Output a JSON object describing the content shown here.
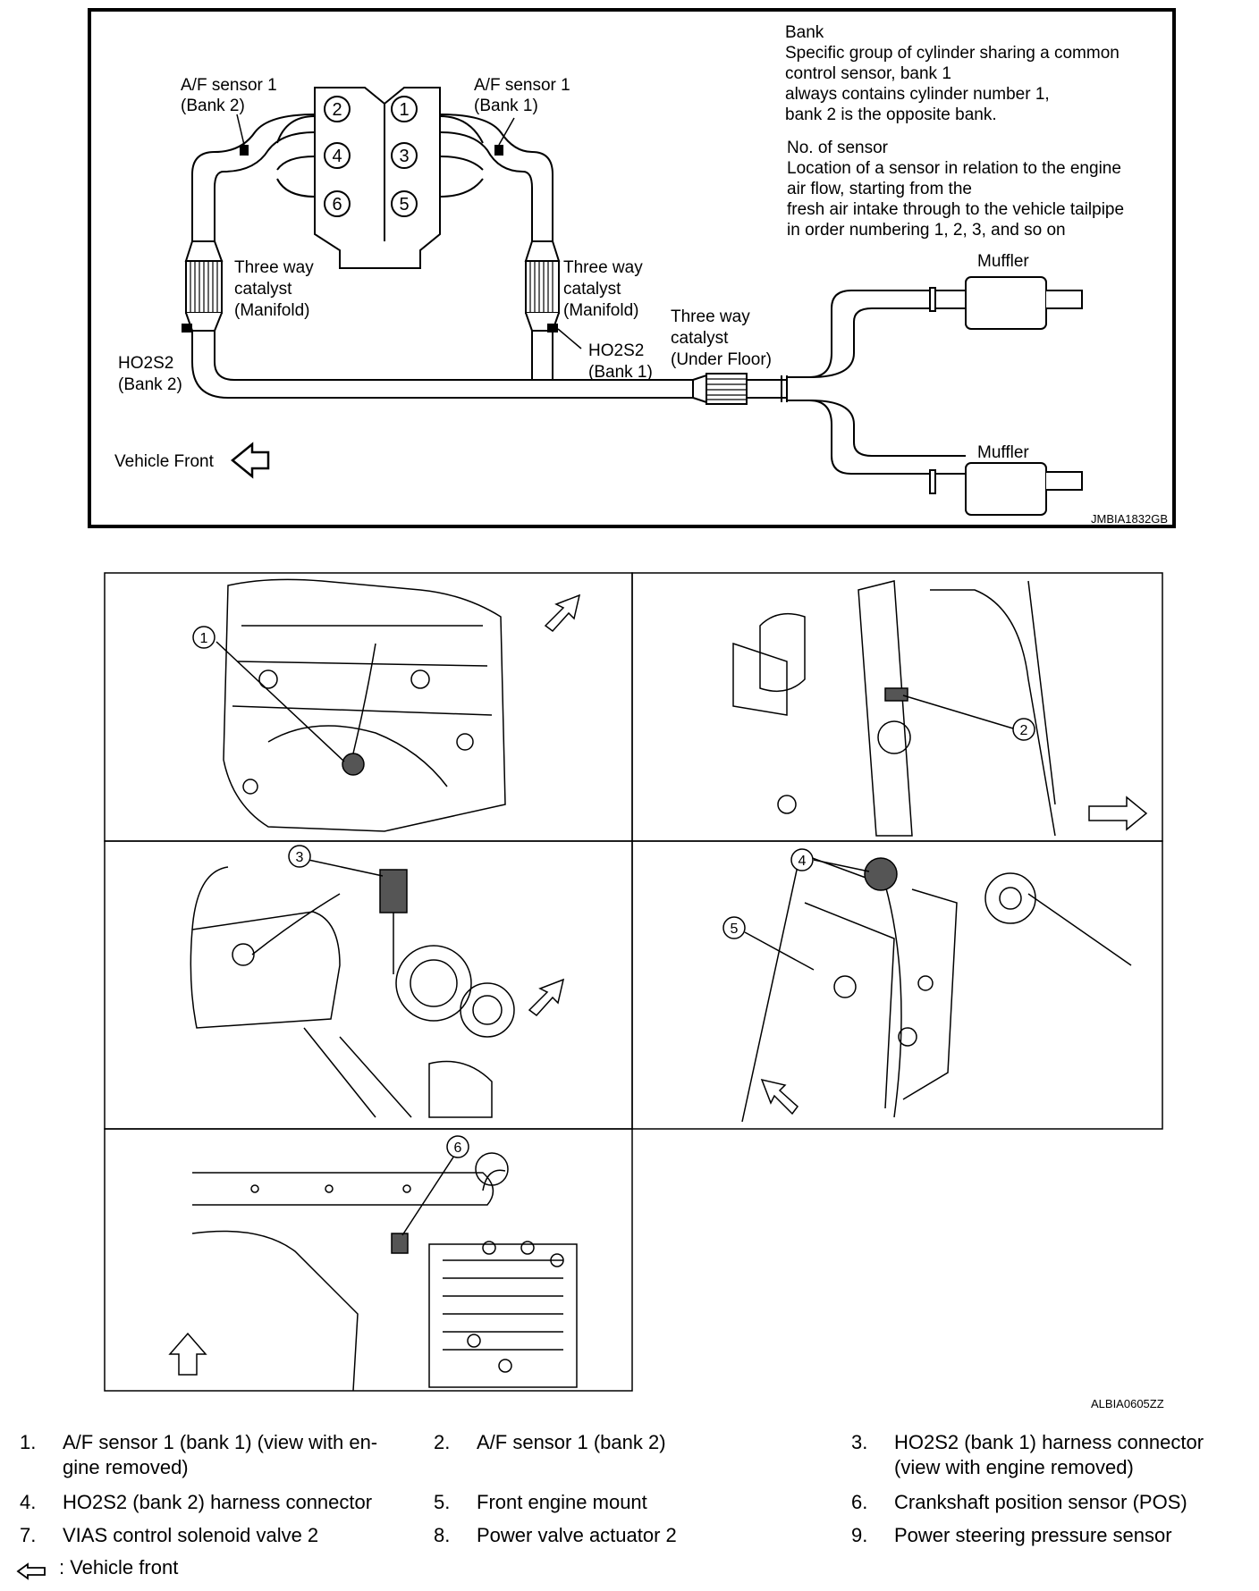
{
  "top_diagram": {
    "labels": {
      "af_b2_line1": "A/F sensor 1",
      "af_b2_line2": "(Bank 2)",
      "af_b1_line1": "A/F sensor 1",
      "af_b1_line2": "(Bank 1)",
      "cat_left_1": "Three way",
      "cat_left_2": "catalyst",
      "cat_left_3": "(Manifold)",
      "cat_right_1": "Three way",
      "cat_right_2": "catalyst",
      "cat_right_3": "(Manifold)",
      "cat_under_1": "Three way",
      "cat_under_2": "catalyst",
      "cat_under_3": "(Under Floor)",
      "ho2s2_b2_1": "HO2S2",
      "ho2s2_b2_2": "(Bank 2)",
      "ho2s2_b1_1": "HO2S2",
      "ho2s2_b1_2": "(Bank 1)",
      "muffler_top": "Muffler",
      "muffler_bottom": "Muffler",
      "vehicle_front": "Vehicle Front",
      "code": "JMBIA1832GB"
    },
    "cylinders": [
      "2",
      "1",
      "4",
      "3",
      "6",
      "5"
    ],
    "bank_note": {
      "heading": "Bank",
      "lines": [
        "Specific group of cylinder sharing a common",
        "control sensor, bank 1",
        "always contains cylinder number 1,",
        "bank 2 is the opposite bank."
      ]
    },
    "sensor_note": {
      "heading": "No. of sensor",
      "lines": [
        "Location of a sensor in relation to the engine",
        "air flow, starting from the",
        "fresh air intake through to the vehicle tailpipe",
        "in order numbering 1, 2, 3, and so on"
      ]
    }
  },
  "photo_grid": {
    "callouts": [
      "1",
      "2",
      "3",
      "4",
      "5",
      "6"
    ],
    "code": "ALBIA0605ZZ"
  },
  "legend": {
    "items": [
      {
        "num": "1.",
        "text_1": "A/F sensor 1 (bank 1) (view with en-",
        "text_2": "gine removed)"
      },
      {
        "num": "2.",
        "text_1": "A/F sensor 1 (bank 2)",
        "text_2": ""
      },
      {
        "num": "3.",
        "text_1": "HO2S2 (bank 1) harness connector",
        "text_2": "(view with engine removed)"
      },
      {
        "num": "4.",
        "text_1": "HO2S2 (bank 2) harness connector",
        "text_2": ""
      },
      {
        "num": "5.",
        "text_1": "Front engine mount",
        "text_2": ""
      },
      {
        "num": "6.",
        "text_1": "Crankshaft position sensor (POS)",
        "text_2": ""
      },
      {
        "num": "7.",
        "text_1": "VIAS control solenoid valve 2",
        "text_2": ""
      },
      {
        "num": "8.",
        "text_1": "Power valve actuator 2",
        "text_2": ""
      },
      {
        "num": "9.",
        "text_1": "Power steering pressure sensor",
        "text_2": ""
      }
    ],
    "vehicle_front": ": Vehicle front"
  }
}
